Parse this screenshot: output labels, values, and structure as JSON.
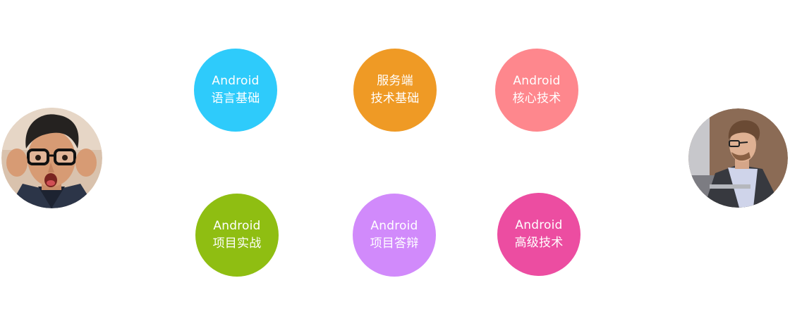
{
  "modules": [
    {
      "line1": "Android",
      "line2": "语言基础",
      "color": "#2ecbfb"
    },
    {
      "line1": "服务端",
      "line2": "技术基础",
      "color": "#ef9a25"
    },
    {
      "line1": "Android",
      "line2": "核心技术",
      "color": "#fe878d"
    },
    {
      "line1": "Android",
      "line2": "项目实战",
      "color": "#8fbe12"
    },
    {
      "line1": "Android",
      "line2": "项目答辩",
      "color": "#d18afb"
    },
    {
      "line1": "Android",
      "line2": "高级技术",
      "color": "#ec4da1"
    }
  ],
  "avatars": {
    "left": {
      "icon": "surprised-student-avatar"
    },
    "right": {
      "icon": "working-student-avatar"
    }
  }
}
